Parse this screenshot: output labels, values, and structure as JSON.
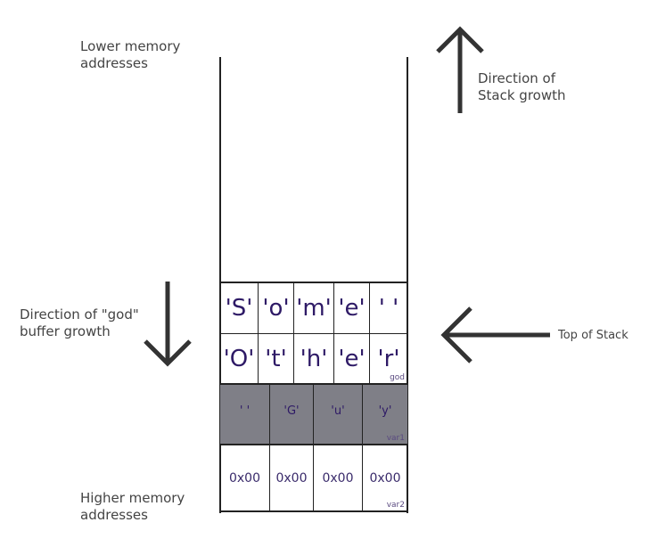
{
  "labels": {
    "lower_memory": [
      "Lower memory",
      "addresses"
    ],
    "higher_memory": [
      "Higher memory",
      "addresses"
    ],
    "stack_growth": [
      "Direction of",
      "Stack growth"
    ],
    "buffer_growth": [
      "Direction of \"god\"",
      "buffer growth"
    ],
    "top_of_stack": "Top of Stack"
  },
  "buffer_god": {
    "row1": [
      "'S'",
      "'o'",
      "'m'",
      "'e'",
      "' '"
    ],
    "row2": [
      "'O'",
      "'t'",
      "'h'",
      "'e'",
      "'r'"
    ],
    "tag": "god"
  },
  "var1": {
    "cells": [
      "' '",
      "'G'",
      "'u'",
      "'y'"
    ],
    "tag": "var1",
    "fill": "#7f7f87"
  },
  "var2": {
    "cells": [
      "0x00",
      "0x00",
      "0x00",
      "0x00"
    ],
    "tag": "var2"
  },
  "colors": {
    "line": "#222222",
    "arrow": "#333333",
    "text": "#444444",
    "cell_text": "#2e1a66"
  }
}
